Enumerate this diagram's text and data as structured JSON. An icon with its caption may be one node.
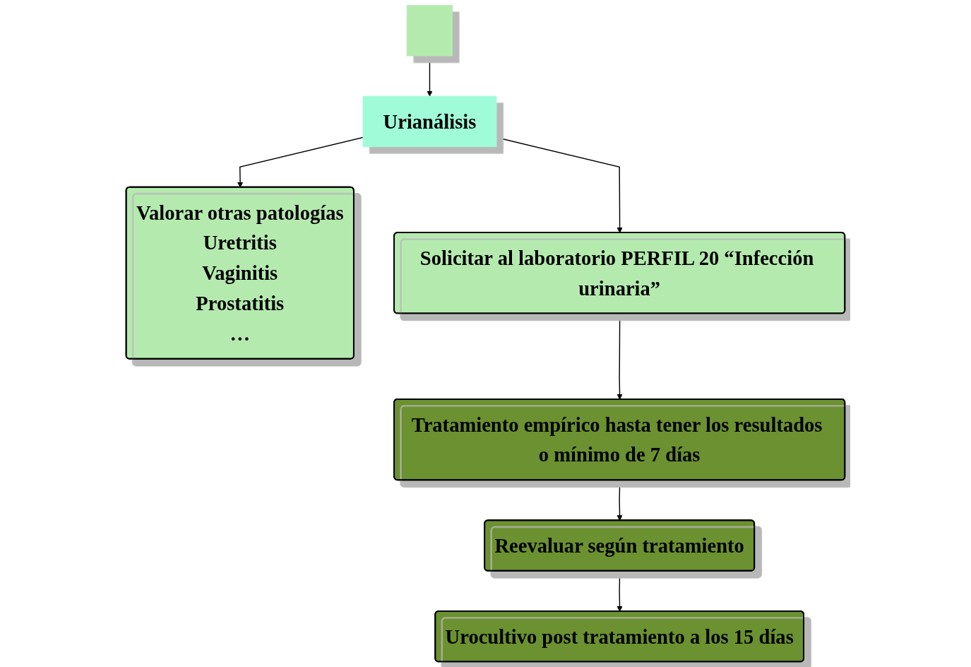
{
  "diagram": {
    "nodes": [
      {
        "text": [],
        "shape": "box"
      },
      {
        "text": [
          "Urianálisis"
        ]
      },
      {
        "text": [
          "Valorar otras patologías",
          "Uretritis",
          "Vaginitis",
          "Prostatitis",
          "…"
        ]
      },
      {
        "text": [
          "Solicitar al laboratorio PERFIL 20 “Infección urinaria”"
        ]
      },
      {
        "text": [
          "Tratamiento empírico hasta tener los resultados o mínimo de 7 días"
        ]
      },
      {
        "text": [
          "Reevaluar según tratamiento"
        ]
      },
      {
        "text": [
          "Urocultivo post tratamiento a los 15 días"
        ]
      }
    ],
    "edges": [
      {
        "from": 0,
        "to": 1,
        "arrow": "to"
      },
      {
        "from": 1,
        "to": 2,
        "arrow": "to"
      },
      {
        "from": 1,
        "to": 3,
        "arrow": "to"
      },
      {
        "from": 3,
        "to": 4,
        "arrow": "to"
      },
      {
        "from": 4,
        "to": 5,
        "arrow": "to"
      },
      {
        "from": 5,
        "to": 6,
        "arrow": "to"
      }
    ]
  }
}
